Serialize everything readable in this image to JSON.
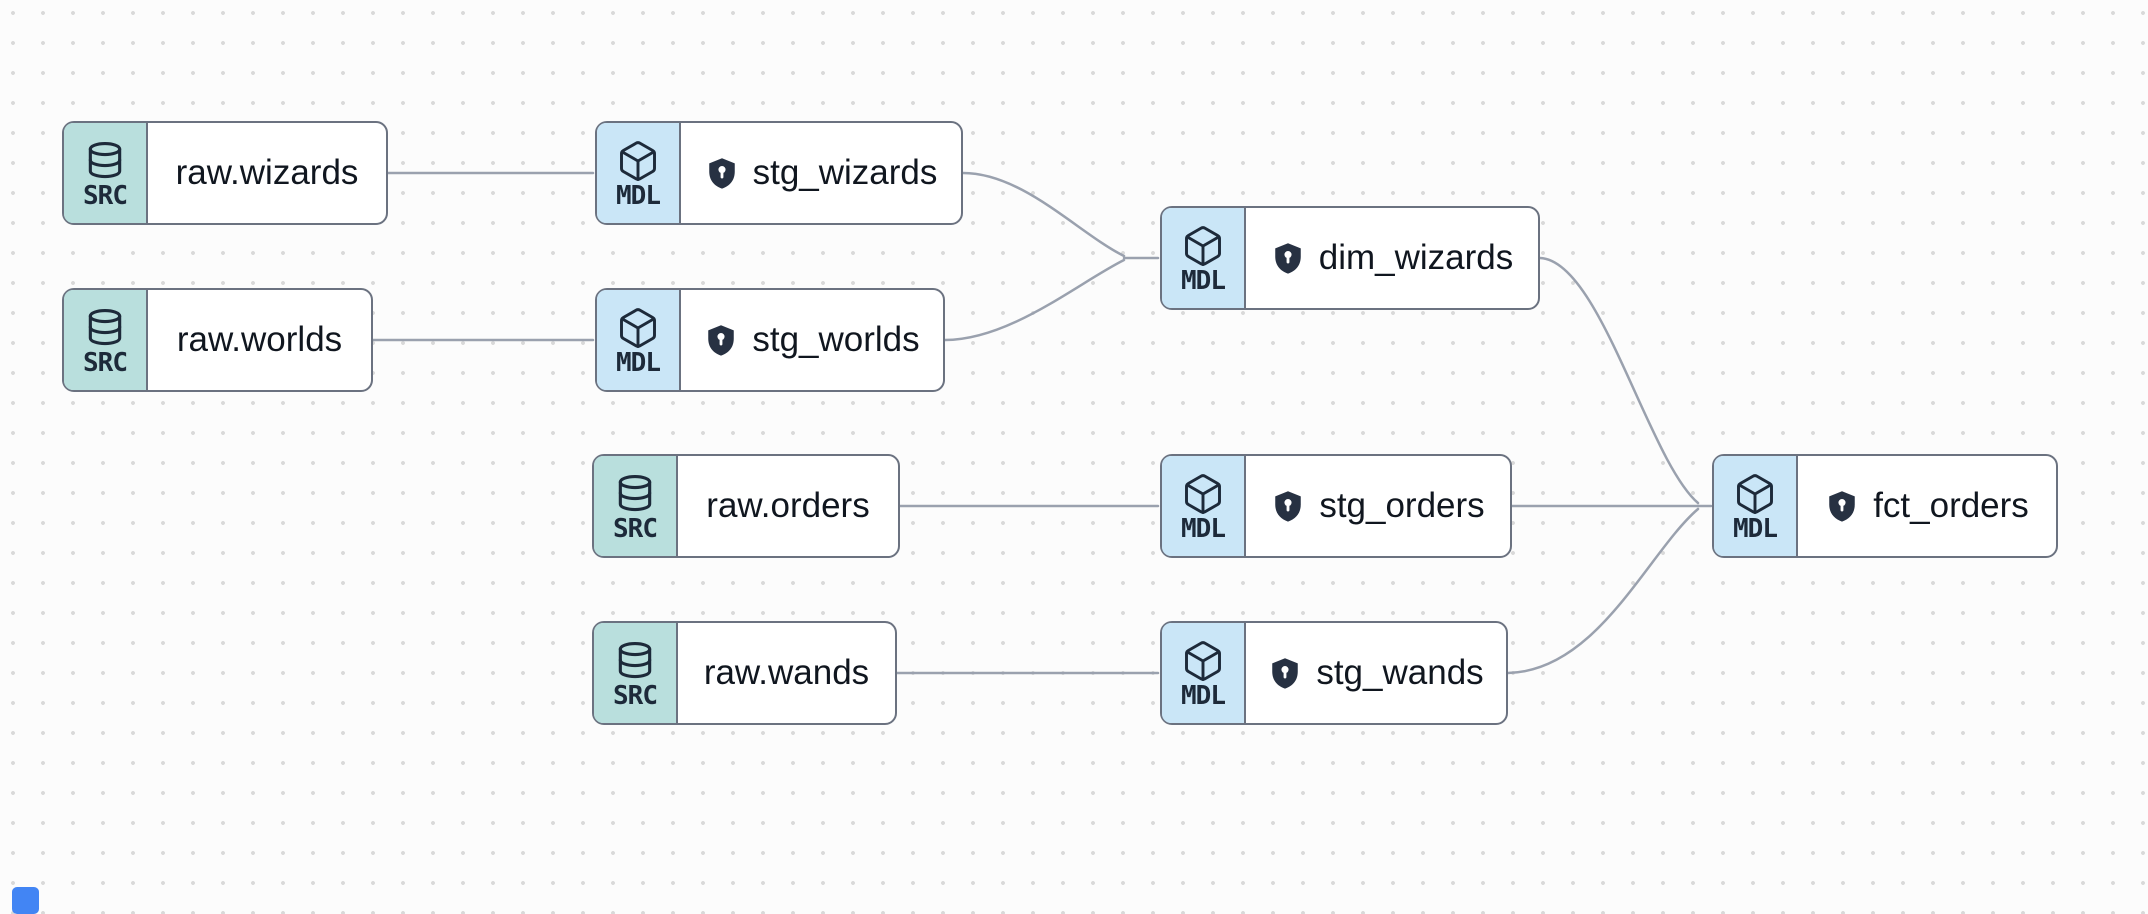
{
  "graph": {
    "nodes": [
      {
        "id": "raw.wizards",
        "type": "source",
        "badge": "SRC",
        "label": "raw.wizards",
        "icon": "database-icon",
        "has_shield": false
      },
      {
        "id": "stg_wizards",
        "type": "model",
        "badge": "MDL",
        "label": "stg_wizards",
        "icon": "cube-icon",
        "has_shield": true
      },
      {
        "id": "raw.worlds",
        "type": "source",
        "badge": "SRC",
        "label": "raw.worlds",
        "icon": "database-icon",
        "has_shield": false
      },
      {
        "id": "stg_worlds",
        "type": "model",
        "badge": "MDL",
        "label": "stg_worlds",
        "icon": "cube-icon",
        "has_shield": true
      },
      {
        "id": "dim_wizards",
        "type": "model",
        "badge": "MDL",
        "label": "dim_wizards",
        "icon": "cube-icon",
        "has_shield": true
      },
      {
        "id": "raw.orders",
        "type": "source",
        "badge": "SRC",
        "label": "raw.orders",
        "icon": "database-icon",
        "has_shield": false
      },
      {
        "id": "stg_orders",
        "type": "model",
        "badge": "MDL",
        "label": "stg_orders",
        "icon": "cube-icon",
        "has_shield": true
      },
      {
        "id": "raw.wands",
        "type": "source",
        "badge": "SRC",
        "label": "raw.wands",
        "icon": "database-icon",
        "has_shield": false
      },
      {
        "id": "stg_wands",
        "type": "model",
        "badge": "MDL",
        "label": "stg_wands",
        "icon": "cube-icon",
        "has_shield": true
      },
      {
        "id": "fct_orders",
        "type": "model",
        "badge": "MDL",
        "label": "fct_orders",
        "icon": "cube-icon",
        "has_shield": true
      }
    ],
    "edges": [
      {
        "source": "raw.wizards",
        "target": "stg_wizards"
      },
      {
        "source": "raw.worlds",
        "target": "stg_worlds"
      },
      {
        "source": "raw.orders",
        "target": "stg_orders"
      },
      {
        "source": "raw.wands",
        "target": "stg_wands"
      },
      {
        "source": "stg_wizards",
        "target": "dim_wizards"
      },
      {
        "source": "stg_worlds",
        "target": "dim_wizards"
      },
      {
        "source": "dim_wizards",
        "target": "fct_orders"
      },
      {
        "source": "stg_orders",
        "target": "fct_orders"
      },
      {
        "source": "stg_wands",
        "target": "fct_orders"
      }
    ]
  },
  "colors": {
    "source_badge_bg": "#b9dfdd",
    "model_badge_bg": "#cae6f7",
    "node_border": "#6b7280",
    "edge_stroke": "#9aa1ae",
    "label_text": "#10161f",
    "badge_text": "#1d2a3a",
    "shield_fill": "#273142",
    "background_dot": "#d9d9d9",
    "corner_badge_blue": "#4285f4"
  }
}
